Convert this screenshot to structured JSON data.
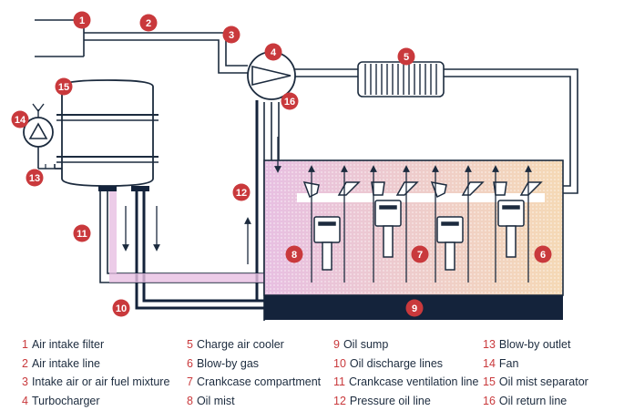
{
  "colors": {
    "line": "#1c2b3e",
    "accent": "#c9393c",
    "sump": "#14233b",
    "mist_pink": "#e7bfe2",
    "mist_peach": "#f5d9b5"
  },
  "badges": [
    {
      "n": "1"
    },
    {
      "n": "2"
    },
    {
      "n": "3"
    },
    {
      "n": "4"
    },
    {
      "n": "5"
    },
    {
      "n": "6"
    },
    {
      "n": "7"
    },
    {
      "n": "8"
    },
    {
      "n": "9"
    },
    {
      "n": "10"
    },
    {
      "n": "11"
    },
    {
      "n": "12"
    },
    {
      "n": "13"
    },
    {
      "n": "14"
    },
    {
      "n": "15"
    },
    {
      "n": "16"
    }
  ],
  "legend": [
    {
      "num": "1",
      "label": "Air intake filter"
    },
    {
      "num": "2",
      "label": "Air intake line"
    },
    {
      "num": "3",
      "label": "Intake air or air fuel mixture"
    },
    {
      "num": "4",
      "label": "Turbocharger"
    },
    {
      "num": "5",
      "label": "Charge air cooler"
    },
    {
      "num": "6",
      "label": "Blow-by gas"
    },
    {
      "num": "7",
      "label": "Crankcase compartment"
    },
    {
      "num": "8",
      "label": "Oil mist"
    },
    {
      "num": "9",
      "label": "Oil sump"
    },
    {
      "num": "10",
      "label": "Oil discharge lines"
    },
    {
      "num": "11",
      "label": "Crankcase ventilation line"
    },
    {
      "num": "12",
      "label": "Pressure oil line"
    },
    {
      "num": "13",
      "label": "Blow-by outlet"
    },
    {
      "num": "14",
      "label": "Fan"
    },
    {
      "num": "15",
      "label": "Oil mist separator"
    },
    {
      "num": "16",
      "label": "Oil return line"
    }
  ]
}
